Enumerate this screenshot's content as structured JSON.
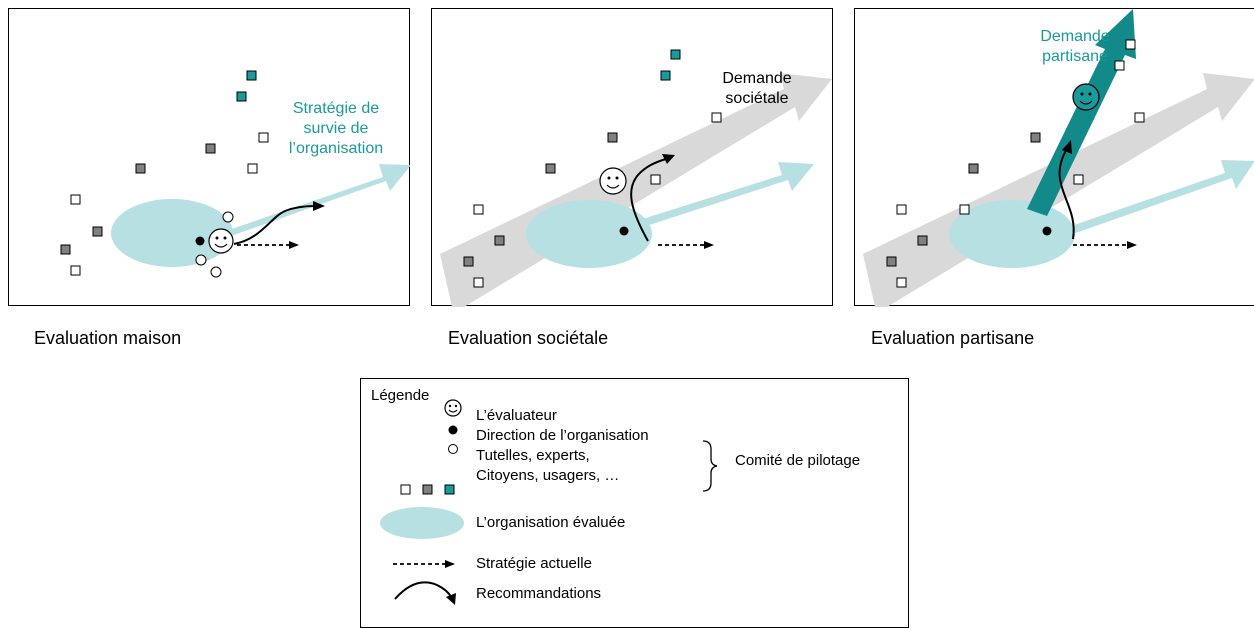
{
  "panels": [
    {
      "caption": "Evaluation maison",
      "annotation_lines": [
        "Stratégie de",
        "survie de",
        "l’organisation"
      ],
      "annotation_color": "#1a9a9a"
    },
    {
      "caption": "Evaluation sociétale",
      "annotation_lines": [
        "Demande",
        "sociétale"
      ],
      "annotation_color": "#000000"
    },
    {
      "caption": "Evaluation partisane",
      "annotation_lines": [
        "Demande",
        "partisane"
      ],
      "annotation_color": "#1a9a9a"
    }
  ],
  "legend": {
    "title": "Légende",
    "evaluator": "L’évaluateur",
    "direction": "Direction de l’organisation",
    "tutelles": "Tutelles, experts,",
    "citoyens": "Citoyens, usagers, …",
    "comite": "Comité de pilotage",
    "organisation": "L’organisation évaluée",
    "strategie": "Stratégie actuelle",
    "recommandations": "Recommandations"
  },
  "colors": {
    "organisation_fill": "#b7e0e3",
    "strategy_arrow": "#b7e0e3",
    "societal_arrow": "#d9d9d9",
    "partisan_arrow": "#128a8a",
    "teal_square": "#1a9a9a",
    "grey_square": "#808080"
  }
}
